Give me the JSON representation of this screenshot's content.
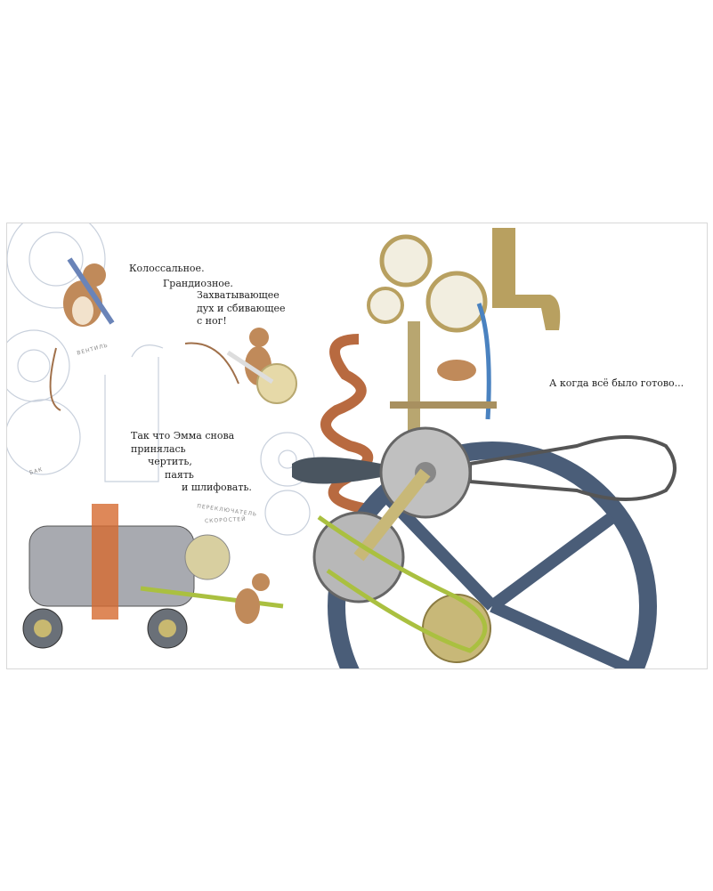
{
  "text": {
    "line1": "Колоссальное.",
    "line2": "Грандиозное.",
    "line3": "Захватывающее",
    "line4": "дух и сбивающее",
    "line5": "с ног!",
    "line6": "Так что Эмма снова",
    "line7": "принялась",
    "line8": "чертить,",
    "line9": "паять",
    "line10": "и шлифовать.",
    "line11": "А когда всё было готово..."
  },
  "labels": {
    "valve": "ВЕНТИЛЬ",
    "tank": "БАК",
    "gear_switch_1": "ПЕРЕКЛЮЧАТЕЛЬ",
    "gear_switch_2": "СКОРОСТЕЙ"
  }
}
